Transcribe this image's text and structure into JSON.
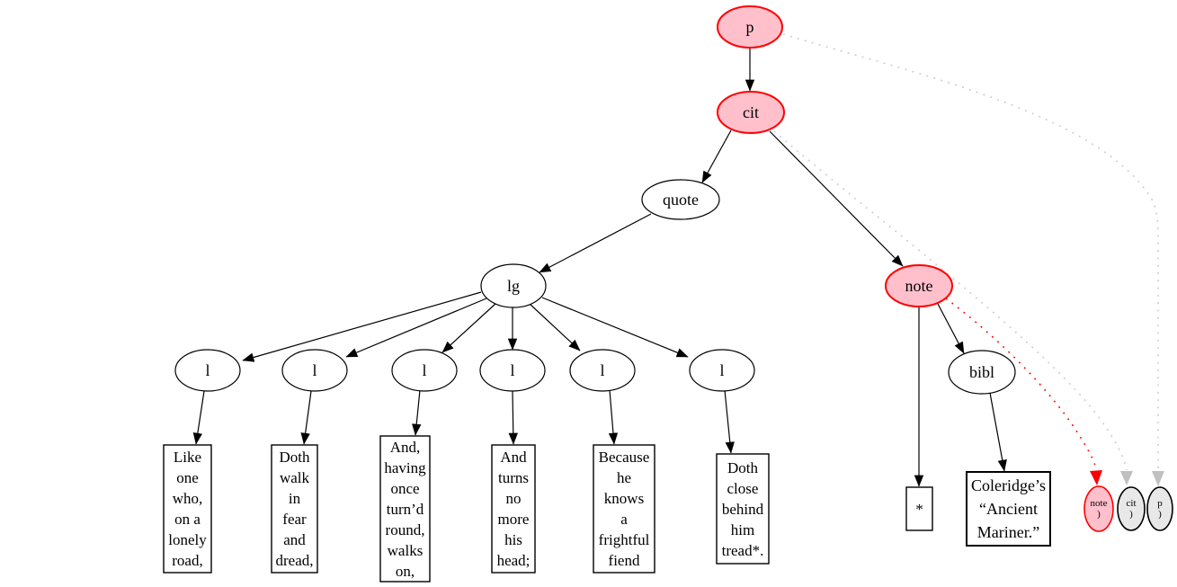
{
  "colors": {
    "background": "#ffffff",
    "highlight_fill": "#ffc0cb",
    "highlight_stroke": "#ff0000",
    "node_fill": "#ffffff",
    "node_stroke": "#000000",
    "end_marker_fill": "#e8e8e8",
    "dotted_gray": "#c9c9c9",
    "dotted_red": "#ff0000"
  },
  "nodes": {
    "p": "p",
    "cit": "cit",
    "quote": "quote",
    "lg": "lg",
    "l": "l",
    "note": "note",
    "bibl": "bibl"
  },
  "ends": {
    "note": "note\n)",
    "cit": "cit\n)",
    "p": "p\n)"
  },
  "leaves": {
    "line1": "Like\none\nwho,\non a\nlonely\nroad,",
    "line2": "Doth\nwalk\nin\nfear\nand\ndread,",
    "line3": "And,\nhaving\nonce\nturn’d\nround,\nwalks\non,",
    "line4": "And\nturns\nno\nmore\nhis\nhead;",
    "line5": "Because\nhe\nknows\na\nfrightful\nfiend",
    "line6": "Doth\nclose\nbehind\nhim\ntread*.",
    "asterisk": "*",
    "citation": "Coleridge’s\n“Ancient\nMariner.”"
  }
}
